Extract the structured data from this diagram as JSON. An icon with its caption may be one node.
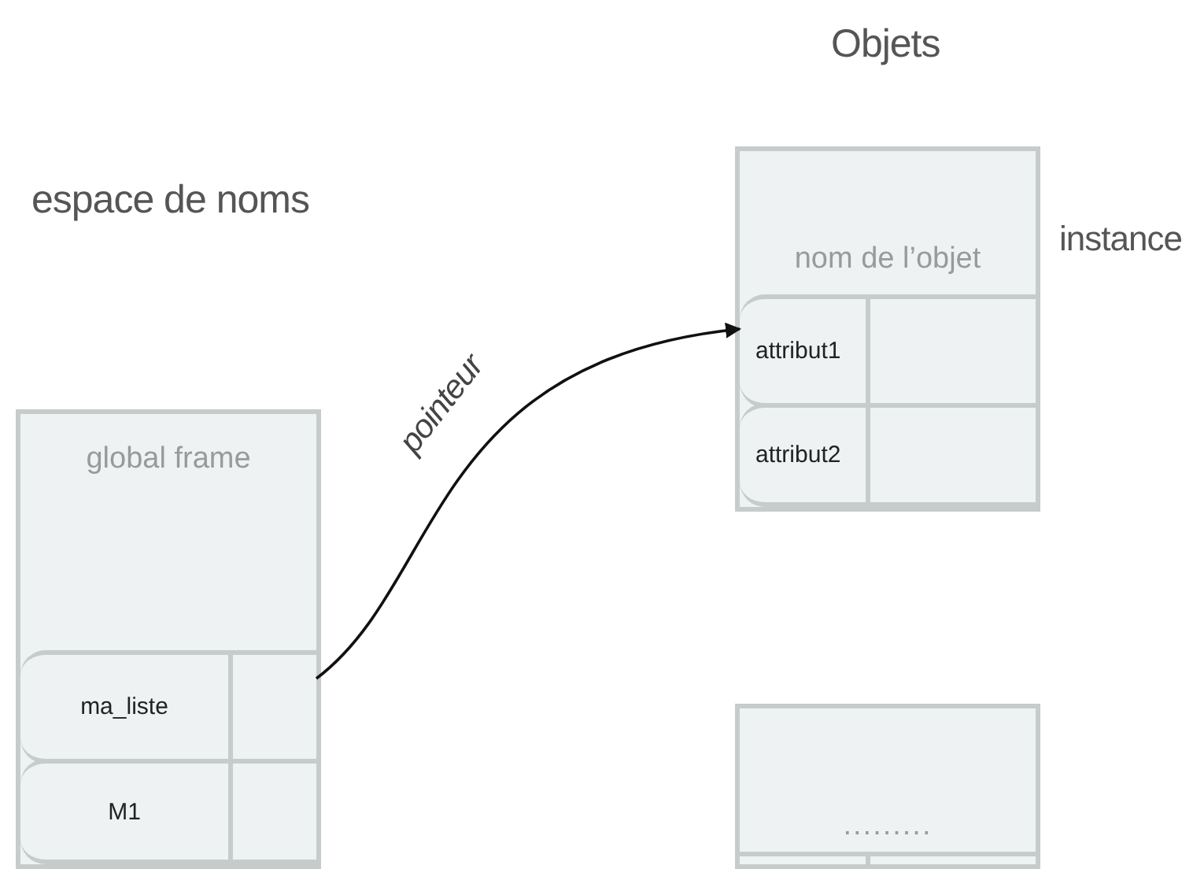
{
  "diagram": {
    "nodes": [
      {
        "text": [
          "global frame"
        ]
      },
      {
        "text": [
          "ma_liste"
        ],
        "in": 0
      },
      {
        "text": [],
        "shape": "box",
        "in": 0
      },
      {
        "text": [
          "M1"
        ],
        "in": 0
      },
      {
        "text": [],
        "shape": "box",
        "in": 0
      },
      {
        "text": [
          "nom de l’objet"
        ],
        "beside": [
          "instance"
        ]
      },
      {
        "text": [
          "attribut1"
        ],
        "in": 5
      },
      {
        "text": [],
        "shape": "box",
        "in": 5
      },
      {
        "text": [
          "attribut2"
        ],
        "in": 5
      },
      {
        "text": [],
        "shape": "box",
        "in": 5
      },
      {
        "text": [
          "........."
        ]
      },
      {
        "text": [],
        "shape": "box",
        "in": 10
      },
      {
        "text": [],
        "shape": "box",
        "in": 10
      }
    ],
    "edges": [
      {
        "from": 2,
        "to": 6,
        "arrow": "to",
        "label": "pointeur"
      }
    ],
    "labels": [
      "Objets",
      "espace de noms"
    ]
  }
}
